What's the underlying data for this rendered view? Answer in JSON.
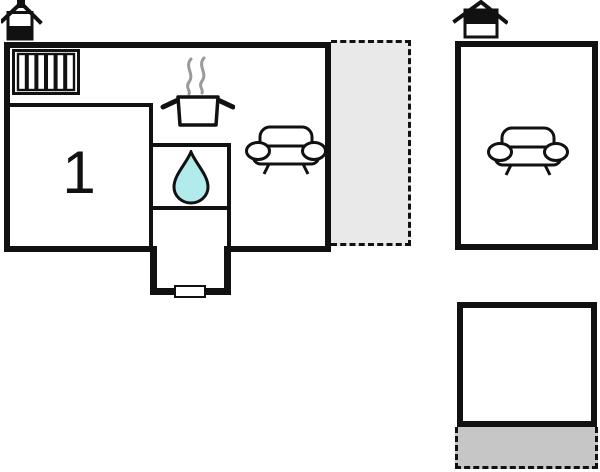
{
  "room": {
    "label": "1"
  },
  "colors": {
    "wall": "#111111",
    "terrace_fill": "#e9e9e9",
    "patio_fill": "#c6c6c6",
    "drop_fill": "#b2ebeb",
    "steam": "#9a9a9a",
    "icon_stroke": "#111111"
  },
  "icons": {
    "house_ground_floor": "house-icon-ground-floor-marked",
    "house_upper_floor": "house-icon-upper-floor-marked",
    "radiator": "radiator-icon",
    "stove": "cooking-pot-with-steam-icon",
    "water_drop": "water-drop-icon",
    "sofa": "sofa-icon",
    "door": "entrance-door-step"
  }
}
